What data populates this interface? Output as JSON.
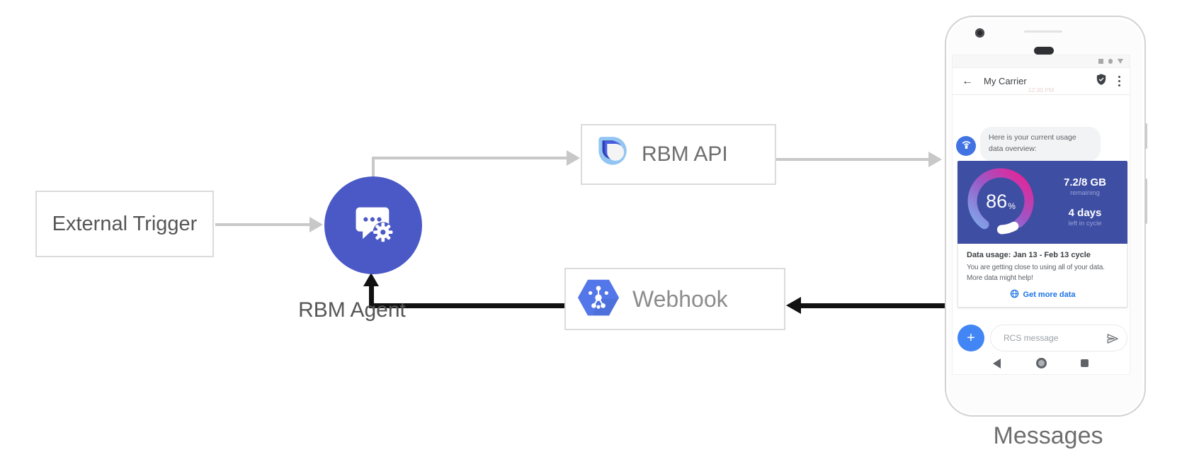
{
  "diagram": {
    "external_trigger_label": "External Trigger",
    "rbm_agent_label": "RBM Agent",
    "rbm_api_label": "RBM API",
    "webhook_label": "Webhook",
    "messages_caption": "Messages"
  },
  "phone": {
    "header": {
      "title": "My Carrier"
    },
    "timestamp": "12:30 PM",
    "bubble": {
      "line1": "Here is your current usage",
      "line2": "data overview:"
    },
    "card": {
      "gauge_percent": "86",
      "gauge_percent_sign": "%",
      "stat1_value": "7.2/8 GB",
      "stat1_caption": "remaining",
      "stat2_value": "4 days",
      "stat2_caption": "left in cycle",
      "title": "Data usage: Jan 13 - Feb 13 cycle",
      "body1": "You are getting close to using all of your data.",
      "body2": "More data might help!",
      "link_label": "Get more data"
    },
    "composer": {
      "plus_label": "+",
      "placeholder": "RCS message"
    }
  },
  "colors": {
    "agent_circle_blue": "#4A59C6",
    "card_panel_indigo": "#3E4EA3",
    "avatar_blue": "#4173E2",
    "plus_button_blue": "#4285F4",
    "link_blue": "#1A73E8",
    "webhook_hexagon_blue": "#5377E8",
    "api_logo_light_blue": "#93C5F2",
    "api_logo_dark_blue": "#2A3CB0",
    "api_logo_mid_blue": "#4A5FE0",
    "arrow_gray": "#C8C8C8",
    "arrow_black": "#111111",
    "gauge_gradient": [
      "#7FA9EA",
      "#9B59C8",
      "#ED1E91"
    ],
    "gauge_remaining_arc": "#FFFFFF"
  },
  "chart_data": {
    "type": "pie",
    "subtype": "donut-gauge",
    "center_label": "86%",
    "values": [
      {
        "label": "gauge-filled",
        "value": 86
      },
      {
        "label": "gauge-track",
        "value": 14
      }
    ],
    "annotations": [
      "7.2/8 GB remaining",
      "4 days left in cycle"
    ]
  }
}
